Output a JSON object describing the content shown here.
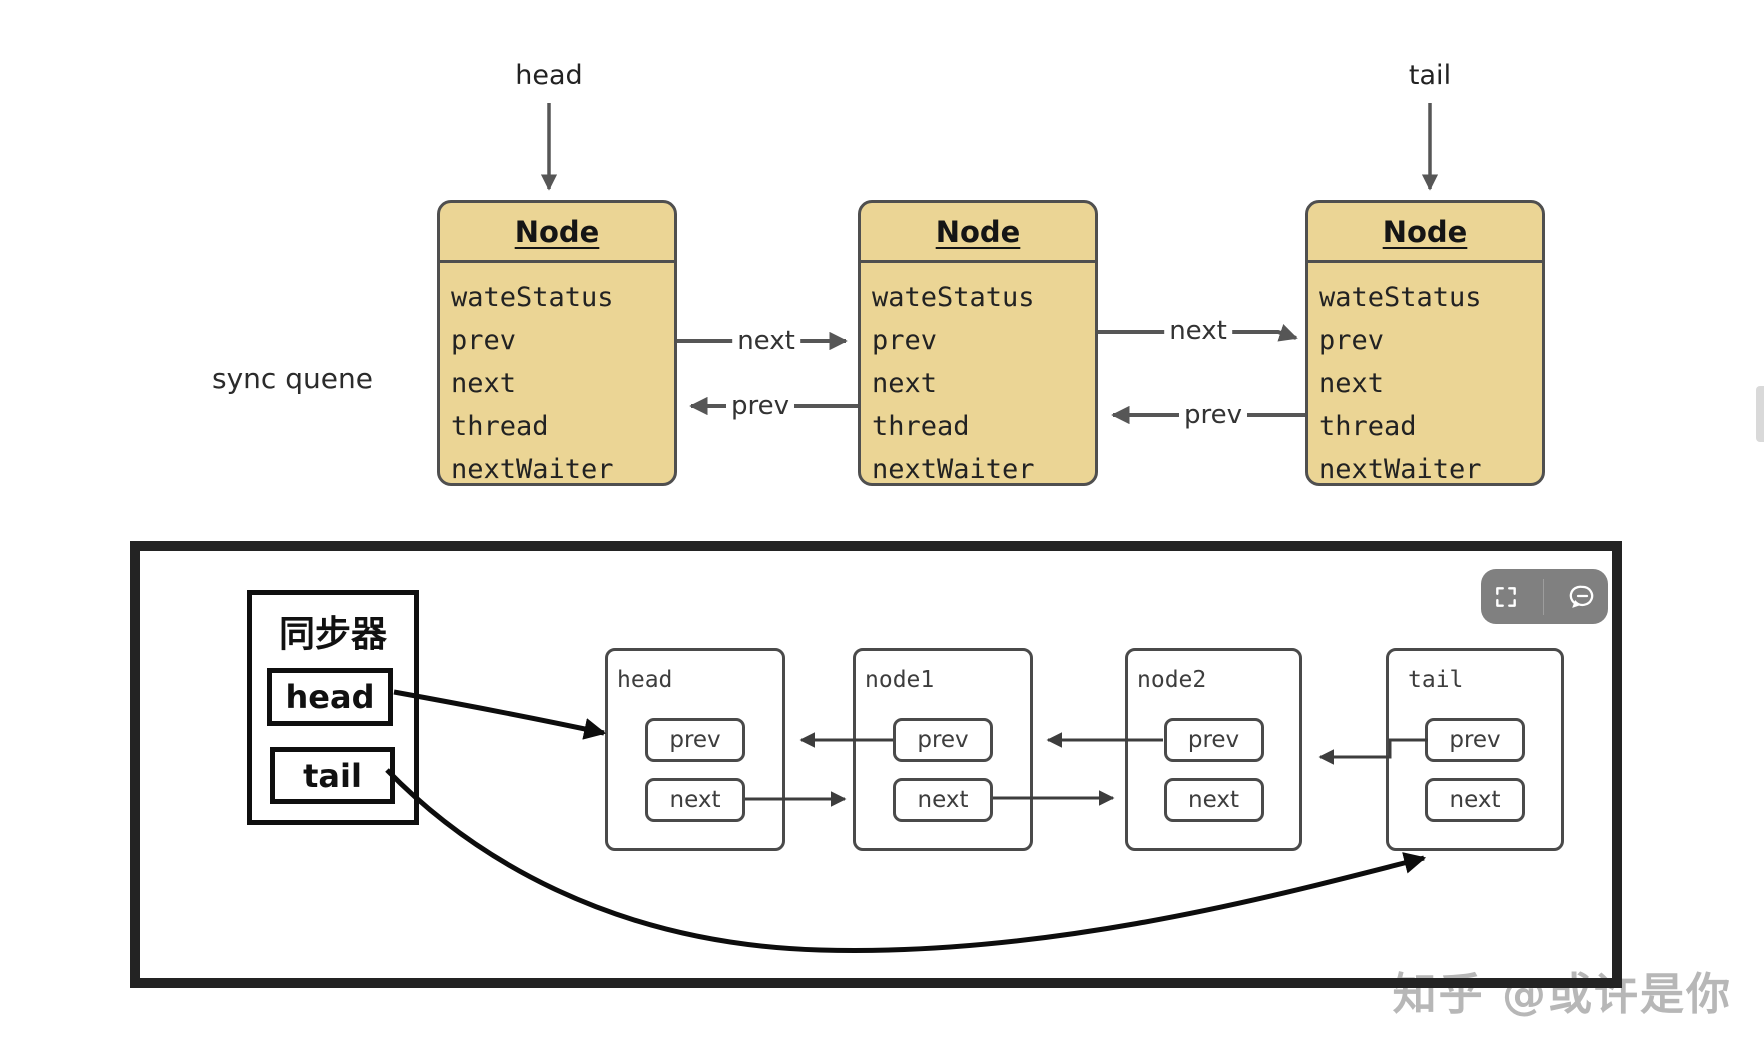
{
  "top_diagram": {
    "queue_label": "sync quene",
    "head_pointer_label": "head",
    "tail_pointer_label": "tail",
    "node_title": "Node",
    "node_fields": [
      "wateStatus",
      "prev",
      "next",
      "thread",
      "nextWaiter"
    ],
    "edges": {
      "next1": "next",
      "prev1": "prev",
      "next2": "next",
      "prev2": "prev"
    },
    "colors": {
      "node_fill": "#ebd595",
      "node_border": "#4f4f4f",
      "arrow": "#565656"
    }
  },
  "bottom_diagram": {
    "sync_box_title": "同步器",
    "sync_head_label": "head",
    "sync_tail_label": "tail",
    "nodes": [
      {
        "name": "head",
        "prev_label": "prev",
        "next_label": "next"
      },
      {
        "name": "node1",
        "prev_label": "prev",
        "next_label": "next"
      },
      {
        "name": "node2",
        "prev_label": "prev",
        "next_label": "next"
      },
      {
        "name": "tail",
        "prev_label": "prev",
        "next_label": "next"
      }
    ],
    "toolbar_icons": [
      "expand-icon",
      "comment-icon"
    ],
    "watermark": "知乎 @或许是你",
    "colors": {
      "frame": "#232323",
      "toolbar_bg": "#767676",
      "watermark": "#b7b7b7"
    }
  }
}
